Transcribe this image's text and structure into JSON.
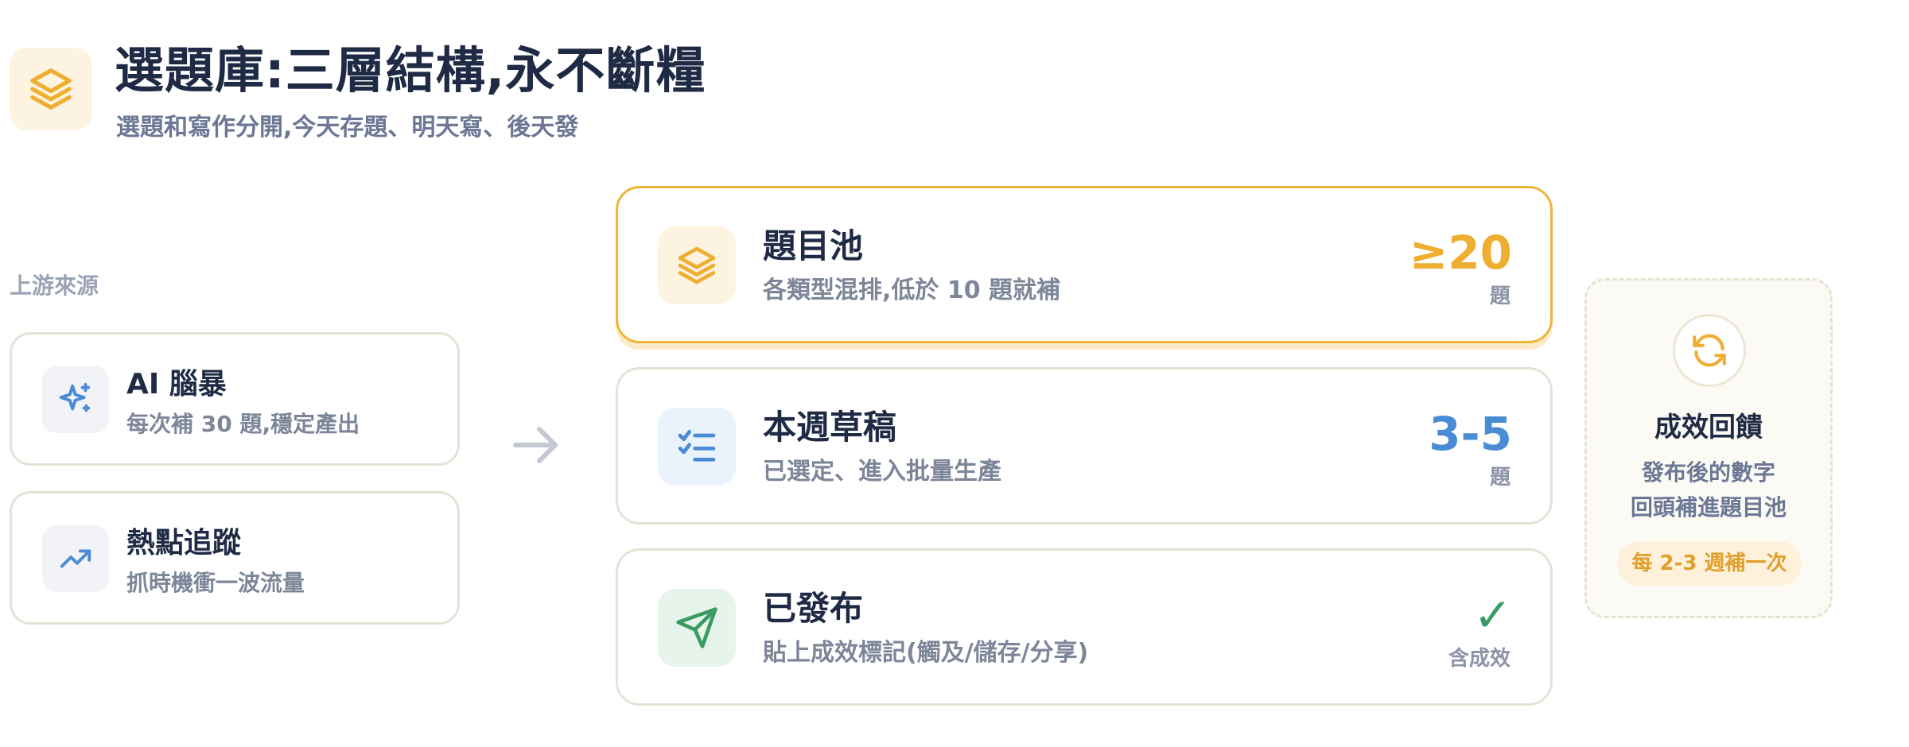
{
  "header": {
    "icon": "layers-icon",
    "title": "選題庫:三層結構,永不斷糧",
    "subtitle": "選題和寫作分開,今天存題、明天寫、後天發"
  },
  "upstream": {
    "label": "上游來源",
    "sources": [
      {
        "icon": "sparkle-icon",
        "title": "AI 腦暴",
        "desc": "每次補 30 題,穩定產出"
      },
      {
        "icon": "trending-up-icon",
        "title": "熱點追蹤",
        "desc": "抓時機衝一波流量"
      }
    ],
    "arrow_icon": "arrow-right-icon"
  },
  "stages": [
    {
      "icon": "layers-icon",
      "title": "題目池",
      "desc": "各類型混排,低於 10 題就補",
      "value": "≥20",
      "unit": "題",
      "accent": "#efae31",
      "icon_bg": "#fdf3e1"
    },
    {
      "icon": "checklist-icon",
      "title": "本週草稿",
      "desc": "已選定、進入批量生產",
      "value": "3-5",
      "unit": "題",
      "accent": "#4a8bd6",
      "icon_bg": "#eaf2fc"
    },
    {
      "icon": "send-icon",
      "title": "已發布",
      "desc": "貼上成效標記(觸及/儲存/分享)",
      "value": "✓",
      "unit": "含成效",
      "accent": "#3a9a61",
      "icon_bg": "#e7f4ec"
    }
  ],
  "feedback": {
    "icon": "refresh-icon",
    "title": "成效回饋",
    "lines": [
      "發布後的數字",
      "回頭補進題目池"
    ],
    "badge": "每 2-3 週補一次"
  }
}
